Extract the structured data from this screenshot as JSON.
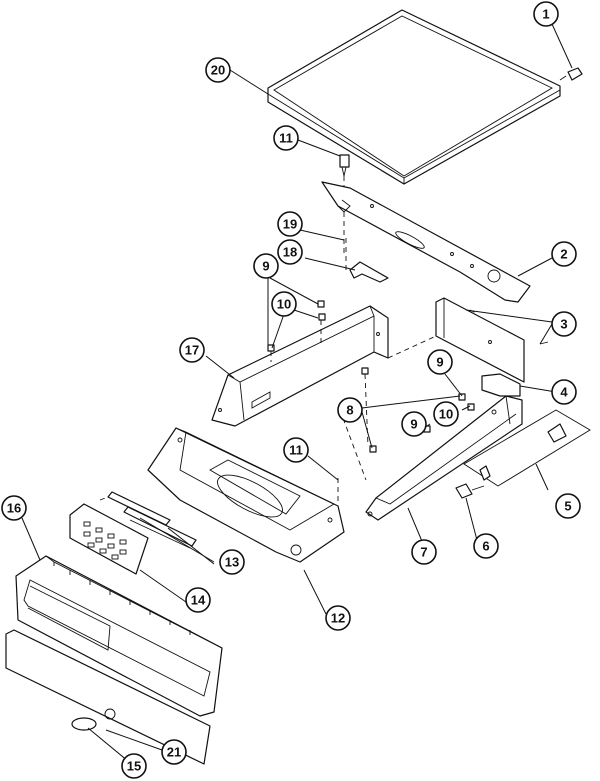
{
  "callouts": [
    {
      "id": "c1",
      "label": "1"
    },
    {
      "id": "c2",
      "label": "2"
    },
    {
      "id": "c3",
      "label": "3"
    },
    {
      "id": "c4",
      "label": "4"
    },
    {
      "id": "c5",
      "label": "5"
    },
    {
      "id": "c6",
      "label": "6"
    },
    {
      "id": "c7",
      "label": "7"
    },
    {
      "id": "c8",
      "label": "8"
    },
    {
      "id": "c9a",
      "label": "9"
    },
    {
      "id": "c9b",
      "label": "9"
    },
    {
      "id": "c9c",
      "label": "9"
    },
    {
      "id": "c10a",
      "label": "10"
    },
    {
      "id": "c10b",
      "label": "10"
    },
    {
      "id": "c11a",
      "label": "11"
    },
    {
      "id": "c11b",
      "label": "11"
    },
    {
      "id": "c12",
      "label": "12"
    },
    {
      "id": "c13",
      "label": "13"
    },
    {
      "id": "c14",
      "label": "14"
    },
    {
      "id": "c15",
      "label": "15"
    },
    {
      "id": "c16",
      "label": "16"
    },
    {
      "id": "c17",
      "label": "17"
    },
    {
      "id": "c18",
      "label": "18"
    },
    {
      "id": "c19",
      "label": "19"
    },
    {
      "id": "c20",
      "label": "20"
    },
    {
      "id": "c21",
      "label": "21"
    }
  ]
}
